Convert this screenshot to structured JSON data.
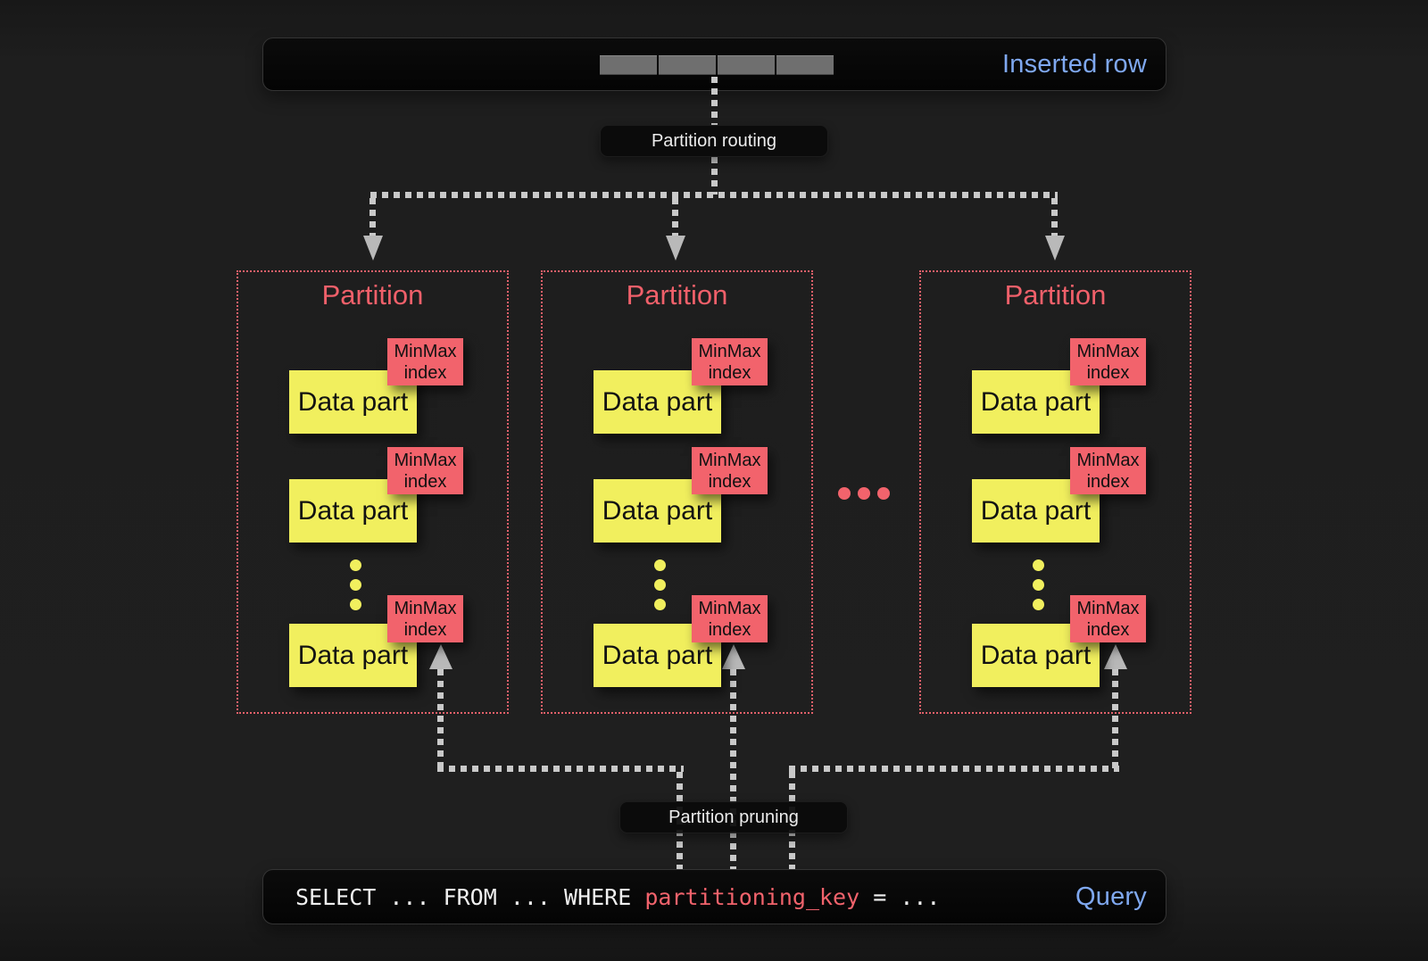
{
  "top_bar": {
    "label": "Inserted row",
    "cell_count": 4
  },
  "labels": {
    "routing": "Partition routing",
    "pruning": "Partition pruning"
  },
  "partitions": [
    {
      "title": "Partition",
      "parts": [
        {
          "tag": "MinMax index",
          "label": "Data part"
        },
        {
          "tag": "MinMax index",
          "label": "Data part"
        },
        {
          "tag": "MinMax index",
          "label": "Data part"
        }
      ]
    },
    {
      "title": "Partition",
      "parts": [
        {
          "tag": "MinMax index",
          "label": "Data part"
        },
        {
          "tag": "MinMax index",
          "label": "Data part"
        },
        {
          "tag": "MinMax index",
          "label": "Data part"
        }
      ]
    },
    {
      "title": "Partition",
      "parts": [
        {
          "tag": "MinMax index",
          "label": "Data part"
        },
        {
          "tag": "MinMax index",
          "label": "Data part"
        },
        {
          "tag": "MinMax index",
          "label": "Data part"
        }
      ]
    }
  ],
  "query_bar": {
    "sql_before": "SELECT ... FROM ... WHERE ",
    "sql_key": "partitioning_key",
    "sql_after": " = ...",
    "label": "Query"
  },
  "colors": {
    "background": "#1e1e1e",
    "bar_background": "#070707",
    "accent_red": "#f2636c",
    "accent_yellow": "#f1ef5e",
    "accent_blue": "#7fa8f0",
    "line_gray": "#c9c9c9",
    "cell_gray": "#6f6f6f"
  }
}
